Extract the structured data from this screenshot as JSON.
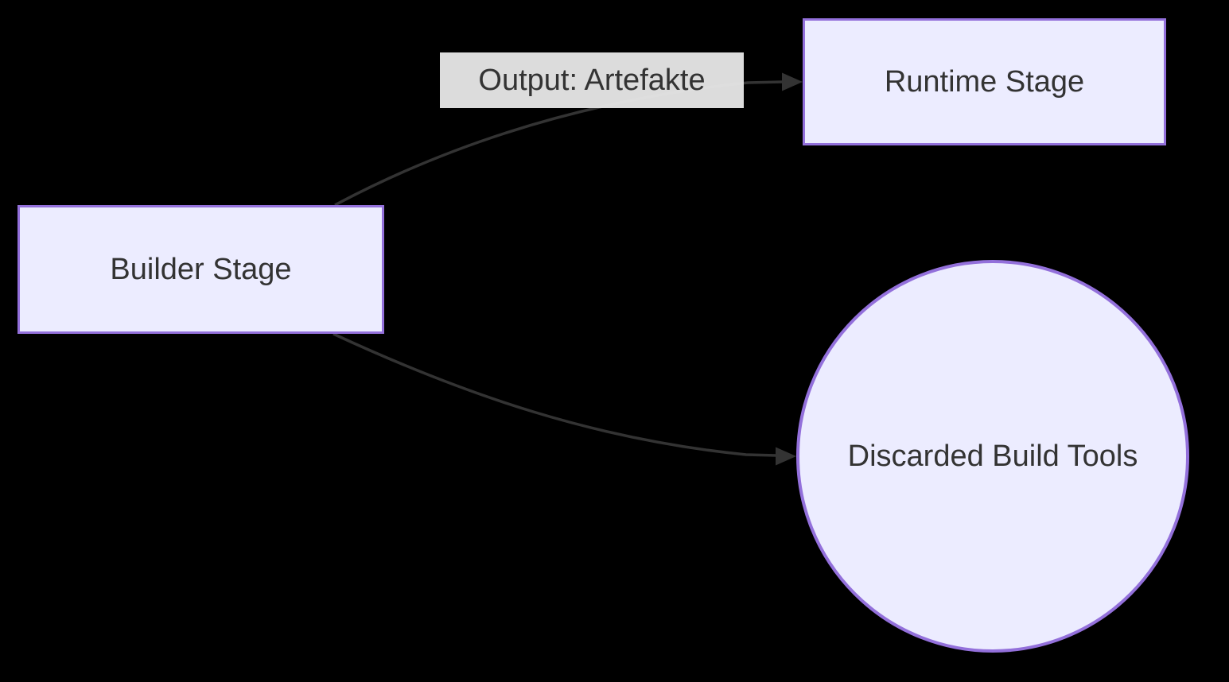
{
  "diagram": {
    "type": "flowchart",
    "nodes": [
      {
        "id": "builder",
        "label": "Builder Stage",
        "shape": "rectangle"
      },
      {
        "id": "runtime",
        "label": "Runtime Stage",
        "shape": "rectangle"
      },
      {
        "id": "discarded",
        "label": "Discarded Build Tools",
        "shape": "circle"
      }
    ],
    "edges": [
      {
        "from": "builder",
        "to": "runtime",
        "label": "Output: Artefakte"
      },
      {
        "from": "builder",
        "to": "discarded",
        "label": ""
      }
    ],
    "colors": {
      "background": "#000000",
      "node_fill": "#ECECFF",
      "node_border": "#9370DB",
      "edge_line": "#333333",
      "edge_label_background": "#E8E8E8",
      "text": "#333333"
    }
  }
}
